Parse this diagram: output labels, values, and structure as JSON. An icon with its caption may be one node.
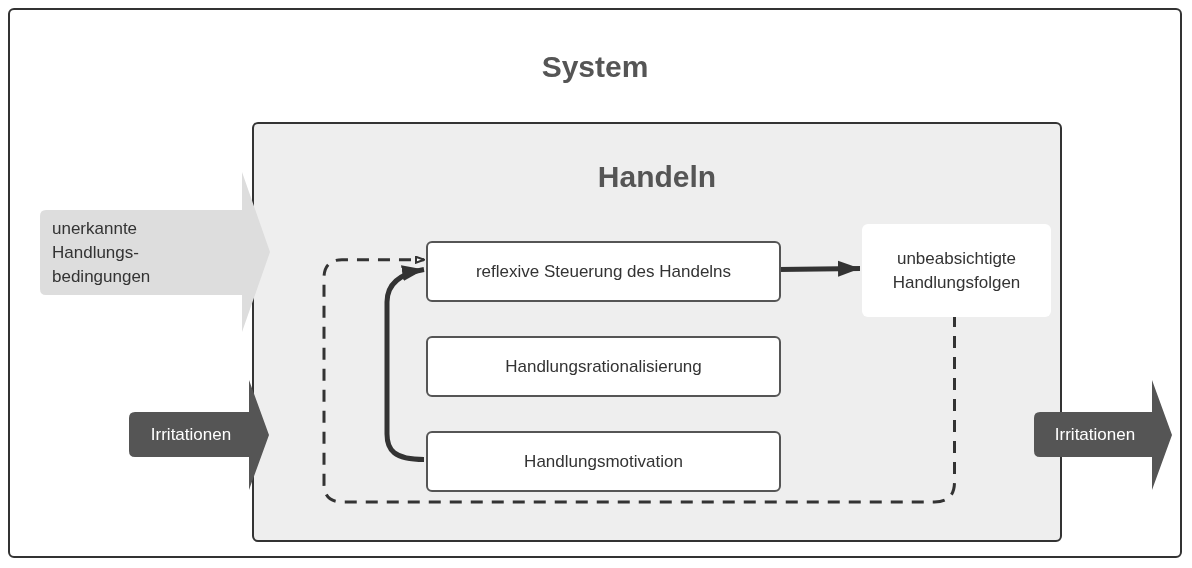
{
  "diagram": {
    "nodes": [
      {
        "text": [
          "System"
        ]
      },
      {
        "text": [
          "Handeln"
        ],
        "in": 0
      },
      {
        "text": [
          "reflexive Steuerung des Handelns"
        ],
        "in": 1
      },
      {
        "text": [
          "Handlungsrationalisierung"
        ],
        "in": 1
      },
      {
        "text": [
          "Handlungsmotivation"
        ],
        "in": 1
      },
      {
        "text": [
          "unbeabsichtigte Handlungsfolgen"
        ],
        "in": 1
      },
      {
        "text": [
          "unerkannte Handlungs- bedingungen"
        ],
        "in": 0
      },
      {
        "text": [
          "Irritationen"
        ],
        "in": 0
      },
      {
        "text": [
          "Irritationen"
        ],
        "in": 0
      }
    ],
    "edges": [
      {
        "from": 2,
        "to": 5,
        "arrow": "to"
      },
      {
        "from": 4,
        "to": 2,
        "arrow": "to"
      },
      {
        "from": 5,
        "to": 2,
        "arrow": "to",
        "style": "dashed"
      }
    ]
  }
}
